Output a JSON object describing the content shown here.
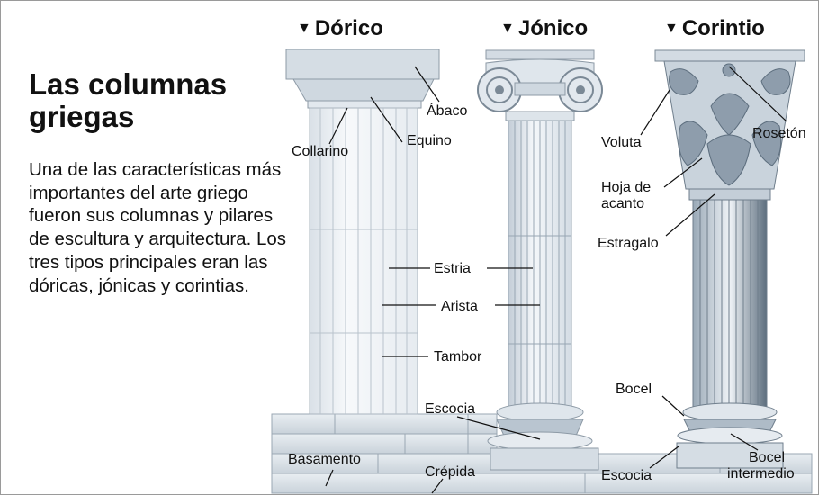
{
  "title": "Las columnas griegas",
  "intro": "Una de las características más importantes del arte griego fueron sus columnas y pilares de escultura y arquitectura. Los tres tipos principales eran las dóricas, jónicas y corintias.",
  "headers": {
    "doric": "Dórico",
    "ionic": "Jónico",
    "corinthian": "Corintio",
    "marker": "▼"
  },
  "labels": {
    "abaco": "Ábaco",
    "equino": "Equino",
    "collarino": "Collarino",
    "estria": "Estria",
    "arista": "Arista",
    "tambor": "Tambor",
    "escocia": "Escocia",
    "basamento": "Basamento",
    "crepida": "Crépida",
    "voluta": "Voluta",
    "roseton": "Rosetón",
    "hoja_line1": "Hoja de",
    "hoja_line2": "acanto",
    "estragalo": "Estragalo",
    "bocel": "Bocel",
    "escocia_corintio": "Escocia",
    "bocel_int_line1": "Bocel",
    "bocel_int_line2": "intermedio"
  },
  "colors": {
    "stone_light": "#eef2f6",
    "stone_mid": "#c8d2dc",
    "stone_dark": "#7f8e9c",
    "shadow": "#4a5a68",
    "leader": "#111111"
  }
}
